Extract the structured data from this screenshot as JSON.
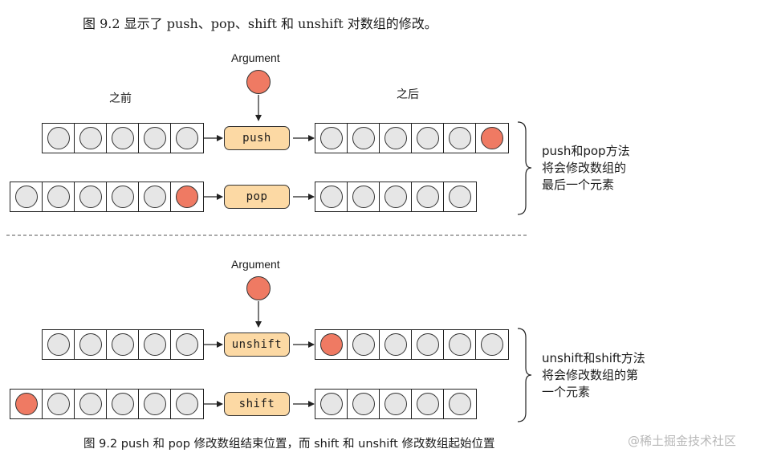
{
  "heading": "图 9.2 显示了 push、pop、shift 和 unshift 对数组的修改。",
  "top": {
    "argument_label": "Argument",
    "before_label": "之前",
    "after_label": "之后",
    "rows": [
      {
        "op": "push",
        "before": [
          false,
          false,
          false,
          false,
          false
        ],
        "after": [
          false,
          false,
          false,
          false,
          false,
          true
        ]
      },
      {
        "op": "pop",
        "before": [
          false,
          false,
          false,
          false,
          false,
          true
        ],
        "after": [
          false,
          false,
          false,
          false,
          false
        ]
      }
    ],
    "note_lines": [
      "push和pop方法",
      "将会修改数组的",
      "最后一个元素"
    ]
  },
  "bottom": {
    "argument_label": "Argument",
    "rows": [
      {
        "op": "unshift",
        "before": [
          false,
          false,
          false,
          false,
          false
        ],
        "after": [
          true,
          false,
          false,
          false,
          false,
          false
        ]
      },
      {
        "op": "shift",
        "before": [
          true,
          false,
          false,
          false,
          false,
          false
        ],
        "after": [
          false,
          false,
          false,
          false,
          false
        ]
      }
    ],
    "note_lines": [
      "unshift和shift方法",
      "将会修改数组的第",
      "一个元素"
    ]
  },
  "caption": "图 9.2    push 和 pop 修改数组结束位置，而 shift 和 unshift 修改数组起始位置",
  "watermark": "@稀土掘金技术社区",
  "colors": {
    "highlight": "#ef7a63",
    "element": "#e6e6e6",
    "op_fill": "#fcd9a4"
  }
}
